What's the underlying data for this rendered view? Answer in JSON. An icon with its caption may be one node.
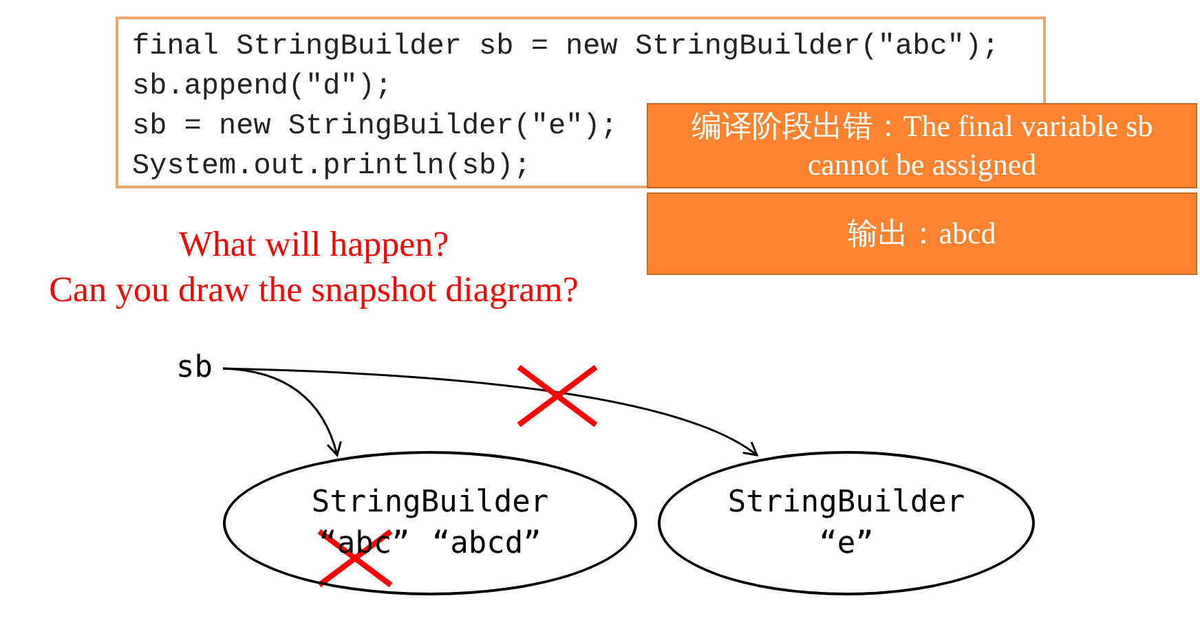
{
  "diagram": {
    "nodes": [
      {
        "text": [
          "final StringBuilder sb = new StringBuilder(\"abc\");",
          "sb.append(\"d\");",
          "sb = new StringBuilder(\"e\");",
          "System.out.println(sb);"
        ]
      },
      {
        "text": [
          "编译阶段出错：The final variable sb cannot be assigned"
        ]
      },
      {
        "text": [
          "输出：abcd"
        ]
      },
      {
        "text": [
          "sb"
        ]
      },
      {
        "text": [
          "StringBuilder",
          "“abc”",
          "“abcd”"
        ]
      },
      {
        "text": [
          "StringBuilder",
          "“e”"
        ]
      }
    ],
    "edges": [
      {
        "from": 3,
        "to": 4,
        "arrow": "to"
      },
      {
        "from": 3,
        "to": 5,
        "arrow": "to"
      }
    ],
    "labels": [
      "What will happen?",
      "Can you draw the snapshot diagram?"
    ]
  }
}
